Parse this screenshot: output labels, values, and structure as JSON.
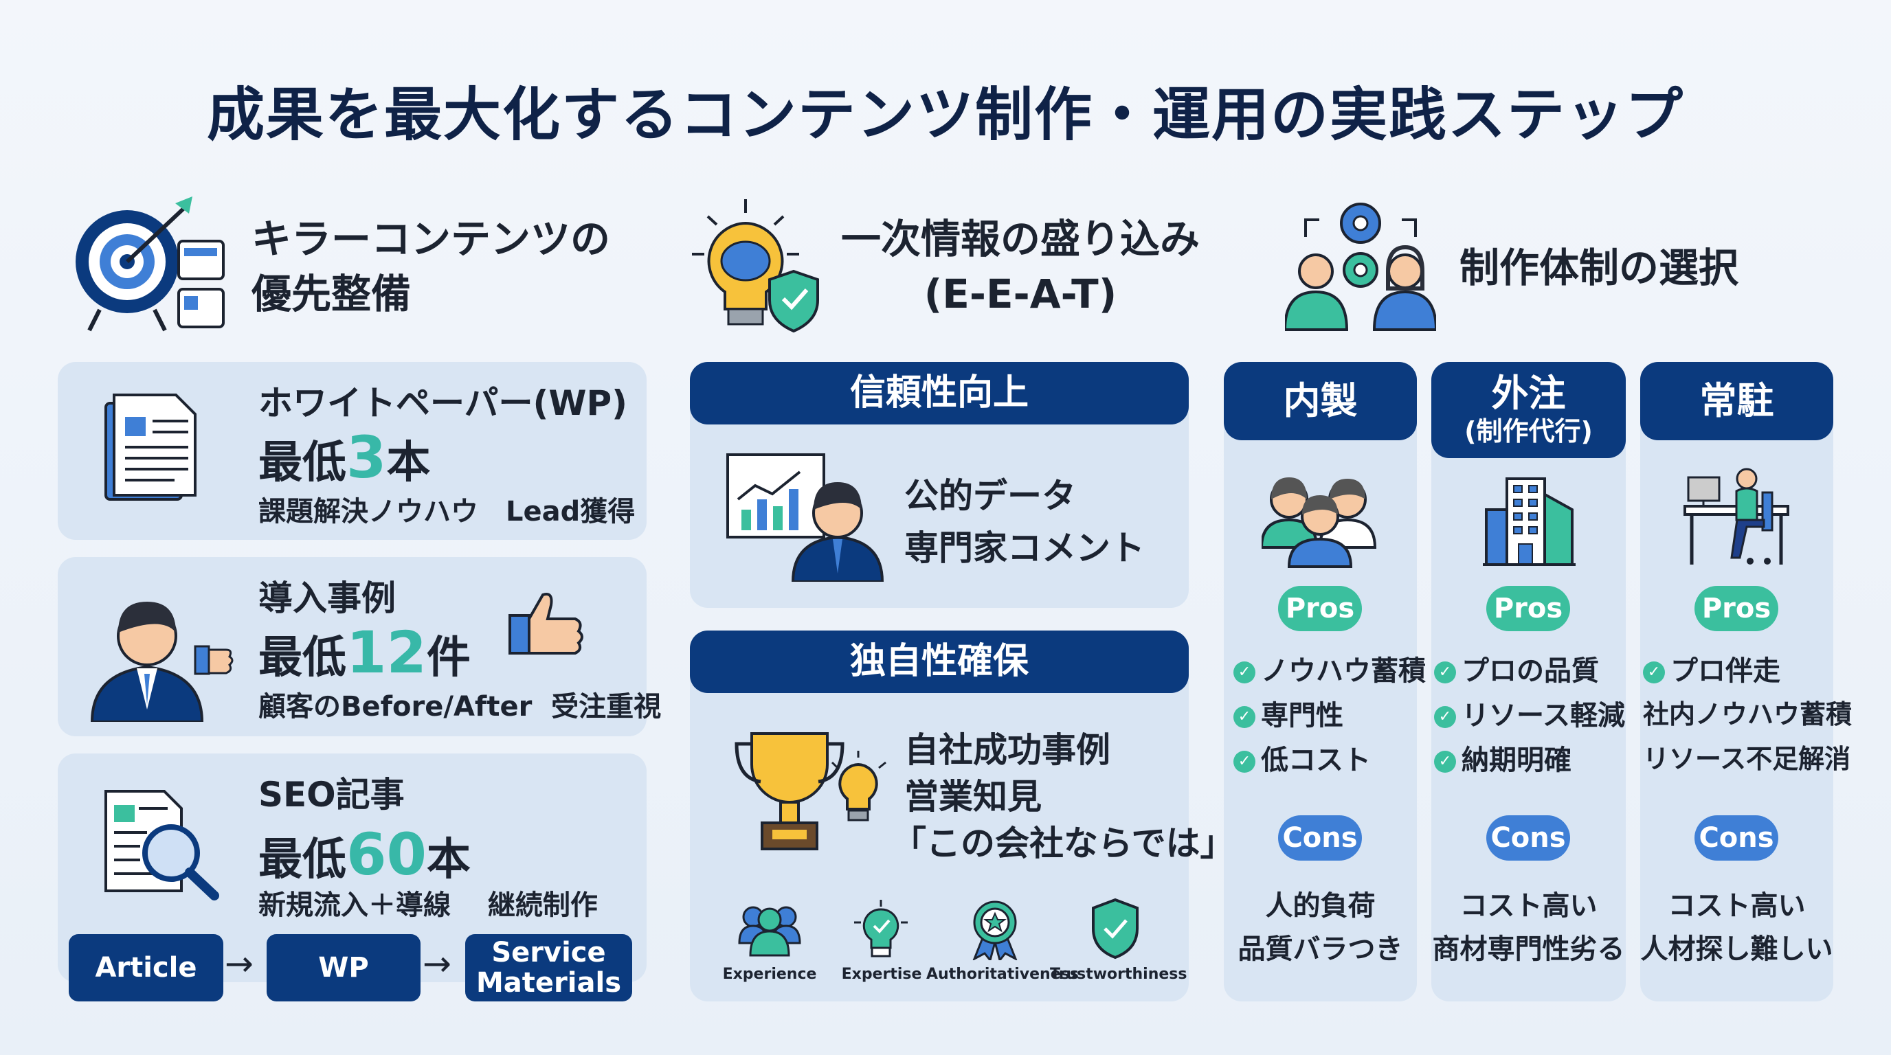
{
  "title": "成果を最大化するコンテンツ制作・運用の実践ステップ",
  "colors": {
    "navy": "#0b3a7e",
    "teal": "#3bbf9e",
    "blue": "#3f7fd6",
    "card": "#d9e5f3"
  },
  "left": {
    "heading": [
      "キラーコンテンツの",
      "優先整備"
    ],
    "cards": [
      {
        "title": "ホワイトペーパー(WP)",
        "prefix": "最低",
        "number": "3",
        "unit": "本",
        "sub": "課題解決ノウハウ　Lead獲得"
      },
      {
        "title": "導入事例",
        "prefix": "最低",
        "number": "12",
        "unit": "件",
        "sub": "顧客のBefore/After  受注重視"
      },
      {
        "title": "SEO記事",
        "prefix": "最低",
        "number": "60",
        "unit": "本",
        "sub": "新規流入＋導線　 継続制作"
      }
    ],
    "flow": [
      "Article",
      "WP",
      "Service Materials"
    ]
  },
  "middle": {
    "heading": [
      "一次情報の盛り込み",
      "(E-E-A-T)"
    ],
    "trust": {
      "title": "信頼性向上",
      "lines": [
        "公的データ",
        "専門家コメント"
      ]
    },
    "unique": {
      "title": "独自性確保",
      "lines": [
        "自社成功事例",
        "営業知見",
        "「この会社ならでは」"
      ]
    },
    "eeat": [
      "Experience",
      "Expertise",
      "Authoritativeness",
      "Trustworthiness"
    ]
  },
  "right": {
    "heading": "制作体制の選択",
    "pros_label": "Pros",
    "cons_label": "Cons",
    "columns": [
      {
        "title": "内製",
        "subtitle": "",
        "pros": [
          "ノウハウ蓄積",
          "専門性",
          "低コスト"
        ],
        "pros_checked": [
          true,
          true,
          true
        ],
        "cons": [
          "人的負荷",
          "品質バラつき"
        ]
      },
      {
        "title": "外注",
        "subtitle": "(制作代行)",
        "pros": [
          "プロの品質",
          "リソース軽減",
          "納期明確"
        ],
        "pros_checked": [
          true,
          true,
          true
        ],
        "cons": [
          "コスト高い",
          "商材専門性劣る"
        ]
      },
      {
        "title": "常駐",
        "subtitle": "",
        "pros": [
          "プロ伴走",
          "社内ノウハウ蓄積",
          "リソース不足解消"
        ],
        "pros_checked": [
          true,
          false,
          false
        ],
        "cons": [
          "コスト高い",
          "人材探し難しい"
        ]
      }
    ]
  }
}
